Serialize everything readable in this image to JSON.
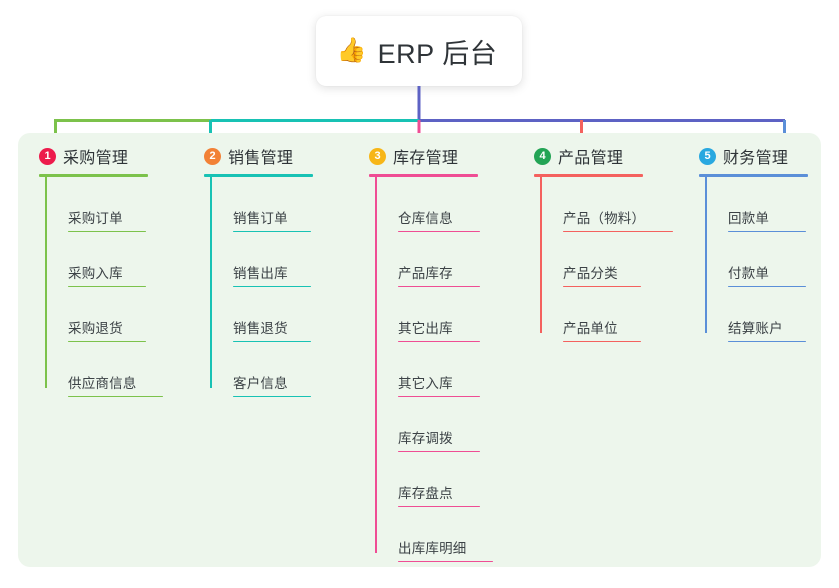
{
  "root": {
    "emoji": "👍",
    "emoji_name": "thumbs-up-icon",
    "title": "ERP 后台"
  },
  "palette": {
    "panel_bg": "#edf6ec",
    "trunk": "#5d62c4",
    "bus_left": "#7cc24b",
    "bus_mid": "#18c2b4",
    "bus_right": "#5d62c4",
    "text": "#2f3438"
  },
  "columns": [
    {
      "number": "1",
      "title": "采购管理",
      "badge_color": "#ed1b4c",
      "accent": "#7cc24b",
      "items": [
        {
          "label": "采购订单",
          "width": "w-narrow"
        },
        {
          "label": "采购入库",
          "width": "w-narrow"
        },
        {
          "label": "采购退货",
          "width": "w-narrow"
        },
        {
          "label": "供应商信息",
          "width": "w-wide"
        }
      ]
    },
    {
      "number": "2",
      "title": "销售管理",
      "badge_color": "#f28136",
      "accent": "#18c2b4",
      "items": [
        {
          "label": "销售订单",
          "width": "w-narrow"
        },
        {
          "label": "销售出库",
          "width": "w-narrow"
        },
        {
          "label": "销售退货",
          "width": "w-narrow"
        },
        {
          "label": "客户信息",
          "width": "w-narrow"
        }
      ]
    },
    {
      "number": "3",
      "title": "库存管理",
      "badge_color": "#f7b617",
      "accent": "#ef4d94",
      "items": [
        {
          "label": "仓库信息",
          "width": "w-mid"
        },
        {
          "label": "产品库存",
          "width": "w-mid"
        },
        {
          "label": "其它出库",
          "width": "w-mid"
        },
        {
          "label": "其它入库",
          "width": "w-mid"
        },
        {
          "label": "库存调拨",
          "width": "w-mid"
        },
        {
          "label": "库存盘点",
          "width": "w-mid"
        },
        {
          "label": "出库库明细",
          "width": "w-wide"
        }
      ]
    },
    {
      "number": "4",
      "title": "产品管理",
      "badge_color": "#23a455",
      "accent": "#f4615e",
      "items": [
        {
          "label": "产品（物料）",
          "width": "w-xwide"
        },
        {
          "label": "产品分类",
          "width": "w-narrow"
        },
        {
          "label": "产品单位",
          "width": "w-narrow"
        }
      ]
    },
    {
      "number": "5",
      "title": "财务管理",
      "badge_color": "#29a8e0",
      "accent": "#5b8fd8",
      "items": [
        {
          "label": "回款单",
          "width": "w-narrow"
        },
        {
          "label": "付款单",
          "width": "w-narrow"
        },
        {
          "label": "结算账户",
          "width": "w-narrow"
        }
      ]
    }
  ]
}
